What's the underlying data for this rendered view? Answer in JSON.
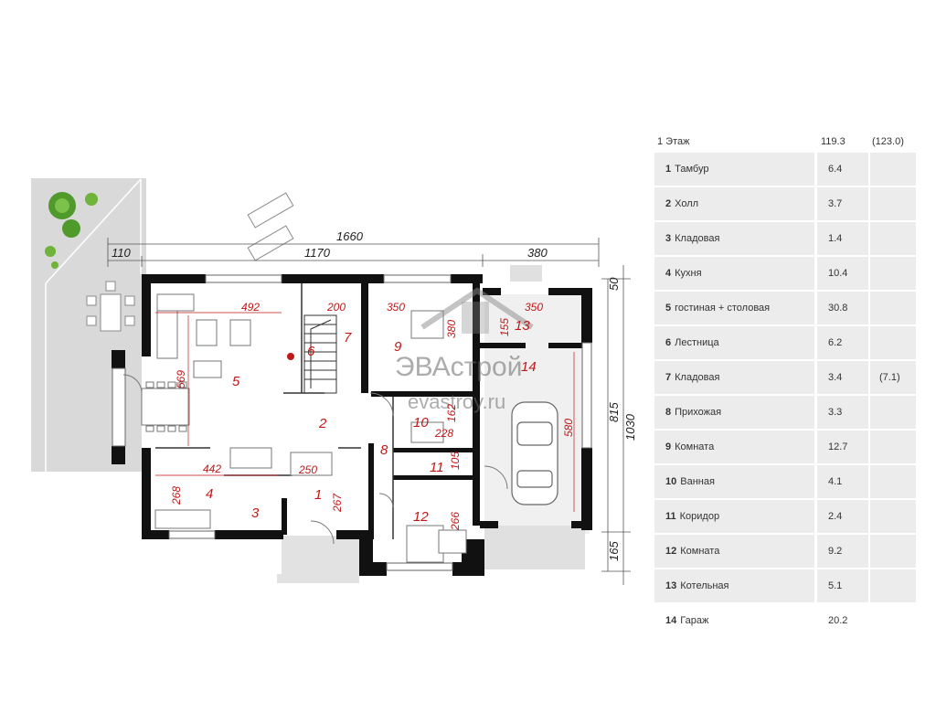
{
  "plan": {
    "dimensions": {
      "total_width": "1660",
      "left_offset": "110",
      "main_width": "1170",
      "garage_width": "380",
      "top_offset": "50",
      "depth_main": "815",
      "depth_total": "1030",
      "front_offset": "165"
    },
    "room_dims": {
      "d492": "492",
      "d200": "200",
      "d350a": "350",
      "d350b": "350",
      "d569": "569",
      "d442": "442",
      "d268": "268",
      "d250": "250",
      "d267": "267",
      "d228": "228",
      "d105": "105",
      "d266": "266",
      "d580": "580",
      "d380s": "380",
      "d162": "162",
      "d155": "155"
    },
    "room_numbers": [
      "1",
      "2",
      "3",
      "4",
      "5",
      "6",
      "7",
      "8",
      "9",
      "10",
      "11",
      "12",
      "13",
      "14"
    ]
  },
  "watermark": {
    "brand": "ЭВАстрой",
    "site": "evastroy.ru"
  },
  "table": {
    "floor_label": "1 Этаж",
    "total_area": "119.3",
    "total_area_alt": "(123.0)",
    "rooms": [
      {
        "num": "1",
        "name": "Тамбур",
        "area": "6.4",
        "extra": ""
      },
      {
        "num": "2",
        "name": "Холл",
        "area": "3.7",
        "extra": ""
      },
      {
        "num": "3",
        "name": "Кладовая",
        "area": "1.4",
        "extra": ""
      },
      {
        "num": "4",
        "name": "Кухня",
        "area": "10.4",
        "extra": ""
      },
      {
        "num": "5",
        "name": "гостиная + столовая",
        "area": "30.8",
        "extra": ""
      },
      {
        "num": "6",
        "name": "Лестница",
        "area": "6.2",
        "extra": ""
      },
      {
        "num": "7",
        "name": "Кладовая",
        "area": "3.4",
        "extra": "(7.1)"
      },
      {
        "num": "8",
        "name": "Прихожая",
        "area": "3.3",
        "extra": ""
      },
      {
        "num": "9",
        "name": "Комната",
        "area": "12.7",
        "extra": ""
      },
      {
        "num": "10",
        "name": "Ванная",
        "area": "4.1",
        "extra": ""
      },
      {
        "num": "11",
        "name": "Коридор",
        "area": "2.4",
        "extra": ""
      },
      {
        "num": "12",
        "name": "Комната",
        "area": "9.2",
        "extra": ""
      },
      {
        "num": "13",
        "name": "Котельная",
        "area": "5.1",
        "extra": ""
      },
      {
        "num": "14",
        "name": "Гараж",
        "area": "20.2",
        "extra": ""
      }
    ]
  }
}
